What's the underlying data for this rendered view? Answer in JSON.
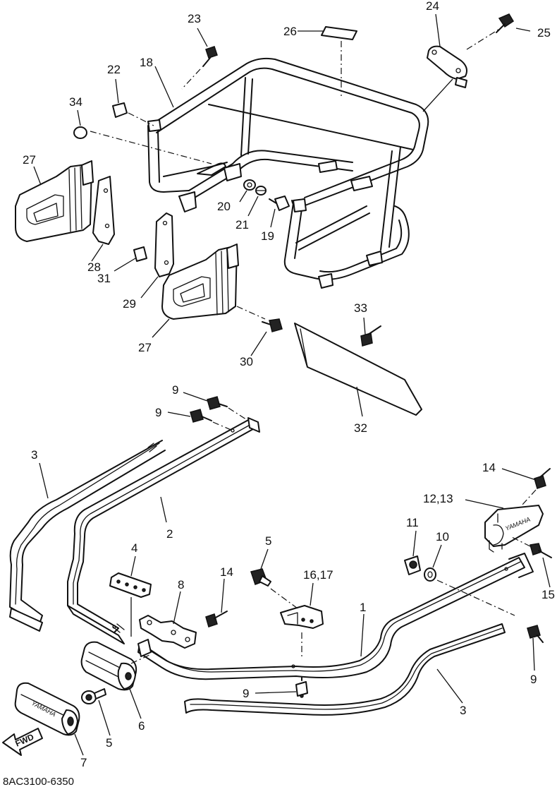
{
  "diagram_code": "8AC3100-6350",
  "fwd_label": "FWD",
  "brand_mark": "YAMAHA",
  "callouts": [
    {
      "id": "c1",
      "text": "1"
    },
    {
      "id": "c2",
      "text": "2"
    },
    {
      "id": "c3a",
      "text": "3"
    },
    {
      "id": "c3b",
      "text": "3"
    },
    {
      "id": "c4",
      "text": "4"
    },
    {
      "id": "c5a",
      "text": "5"
    },
    {
      "id": "c5b",
      "text": "5"
    },
    {
      "id": "c6",
      "text": "6"
    },
    {
      "id": "c7",
      "text": "7"
    },
    {
      "id": "c8",
      "text": "8"
    },
    {
      "id": "c9a",
      "text": "9"
    },
    {
      "id": "c9b",
      "text": "9"
    },
    {
      "id": "c9c",
      "text": "9"
    },
    {
      "id": "c9d",
      "text": "9"
    },
    {
      "id": "c10",
      "text": "10"
    },
    {
      "id": "c11",
      "text": "11"
    },
    {
      "id": "c1213",
      "text": "12,13"
    },
    {
      "id": "c14a",
      "text": "14"
    },
    {
      "id": "c14b",
      "text": "14"
    },
    {
      "id": "c15",
      "text": "15"
    },
    {
      "id": "c1617",
      "text": "16,17"
    },
    {
      "id": "c18",
      "text": "18"
    },
    {
      "id": "c19",
      "text": "19"
    },
    {
      "id": "c20",
      "text": "20"
    },
    {
      "id": "c21",
      "text": "21"
    },
    {
      "id": "c22",
      "text": "22"
    },
    {
      "id": "c23",
      "text": "23"
    },
    {
      "id": "c24",
      "text": "24"
    },
    {
      "id": "c25",
      "text": "25"
    },
    {
      "id": "c26",
      "text": "26"
    },
    {
      "id": "c27a",
      "text": "27"
    },
    {
      "id": "c27b",
      "text": "27"
    },
    {
      "id": "c28",
      "text": "28"
    },
    {
      "id": "c29",
      "text": "29"
    },
    {
      "id": "c30",
      "text": "30"
    },
    {
      "id": "c31",
      "text": "31"
    },
    {
      "id": "c32",
      "text": "32"
    },
    {
      "id": "c33",
      "text": "33"
    },
    {
      "id": "c34",
      "text": "34"
    }
  ]
}
